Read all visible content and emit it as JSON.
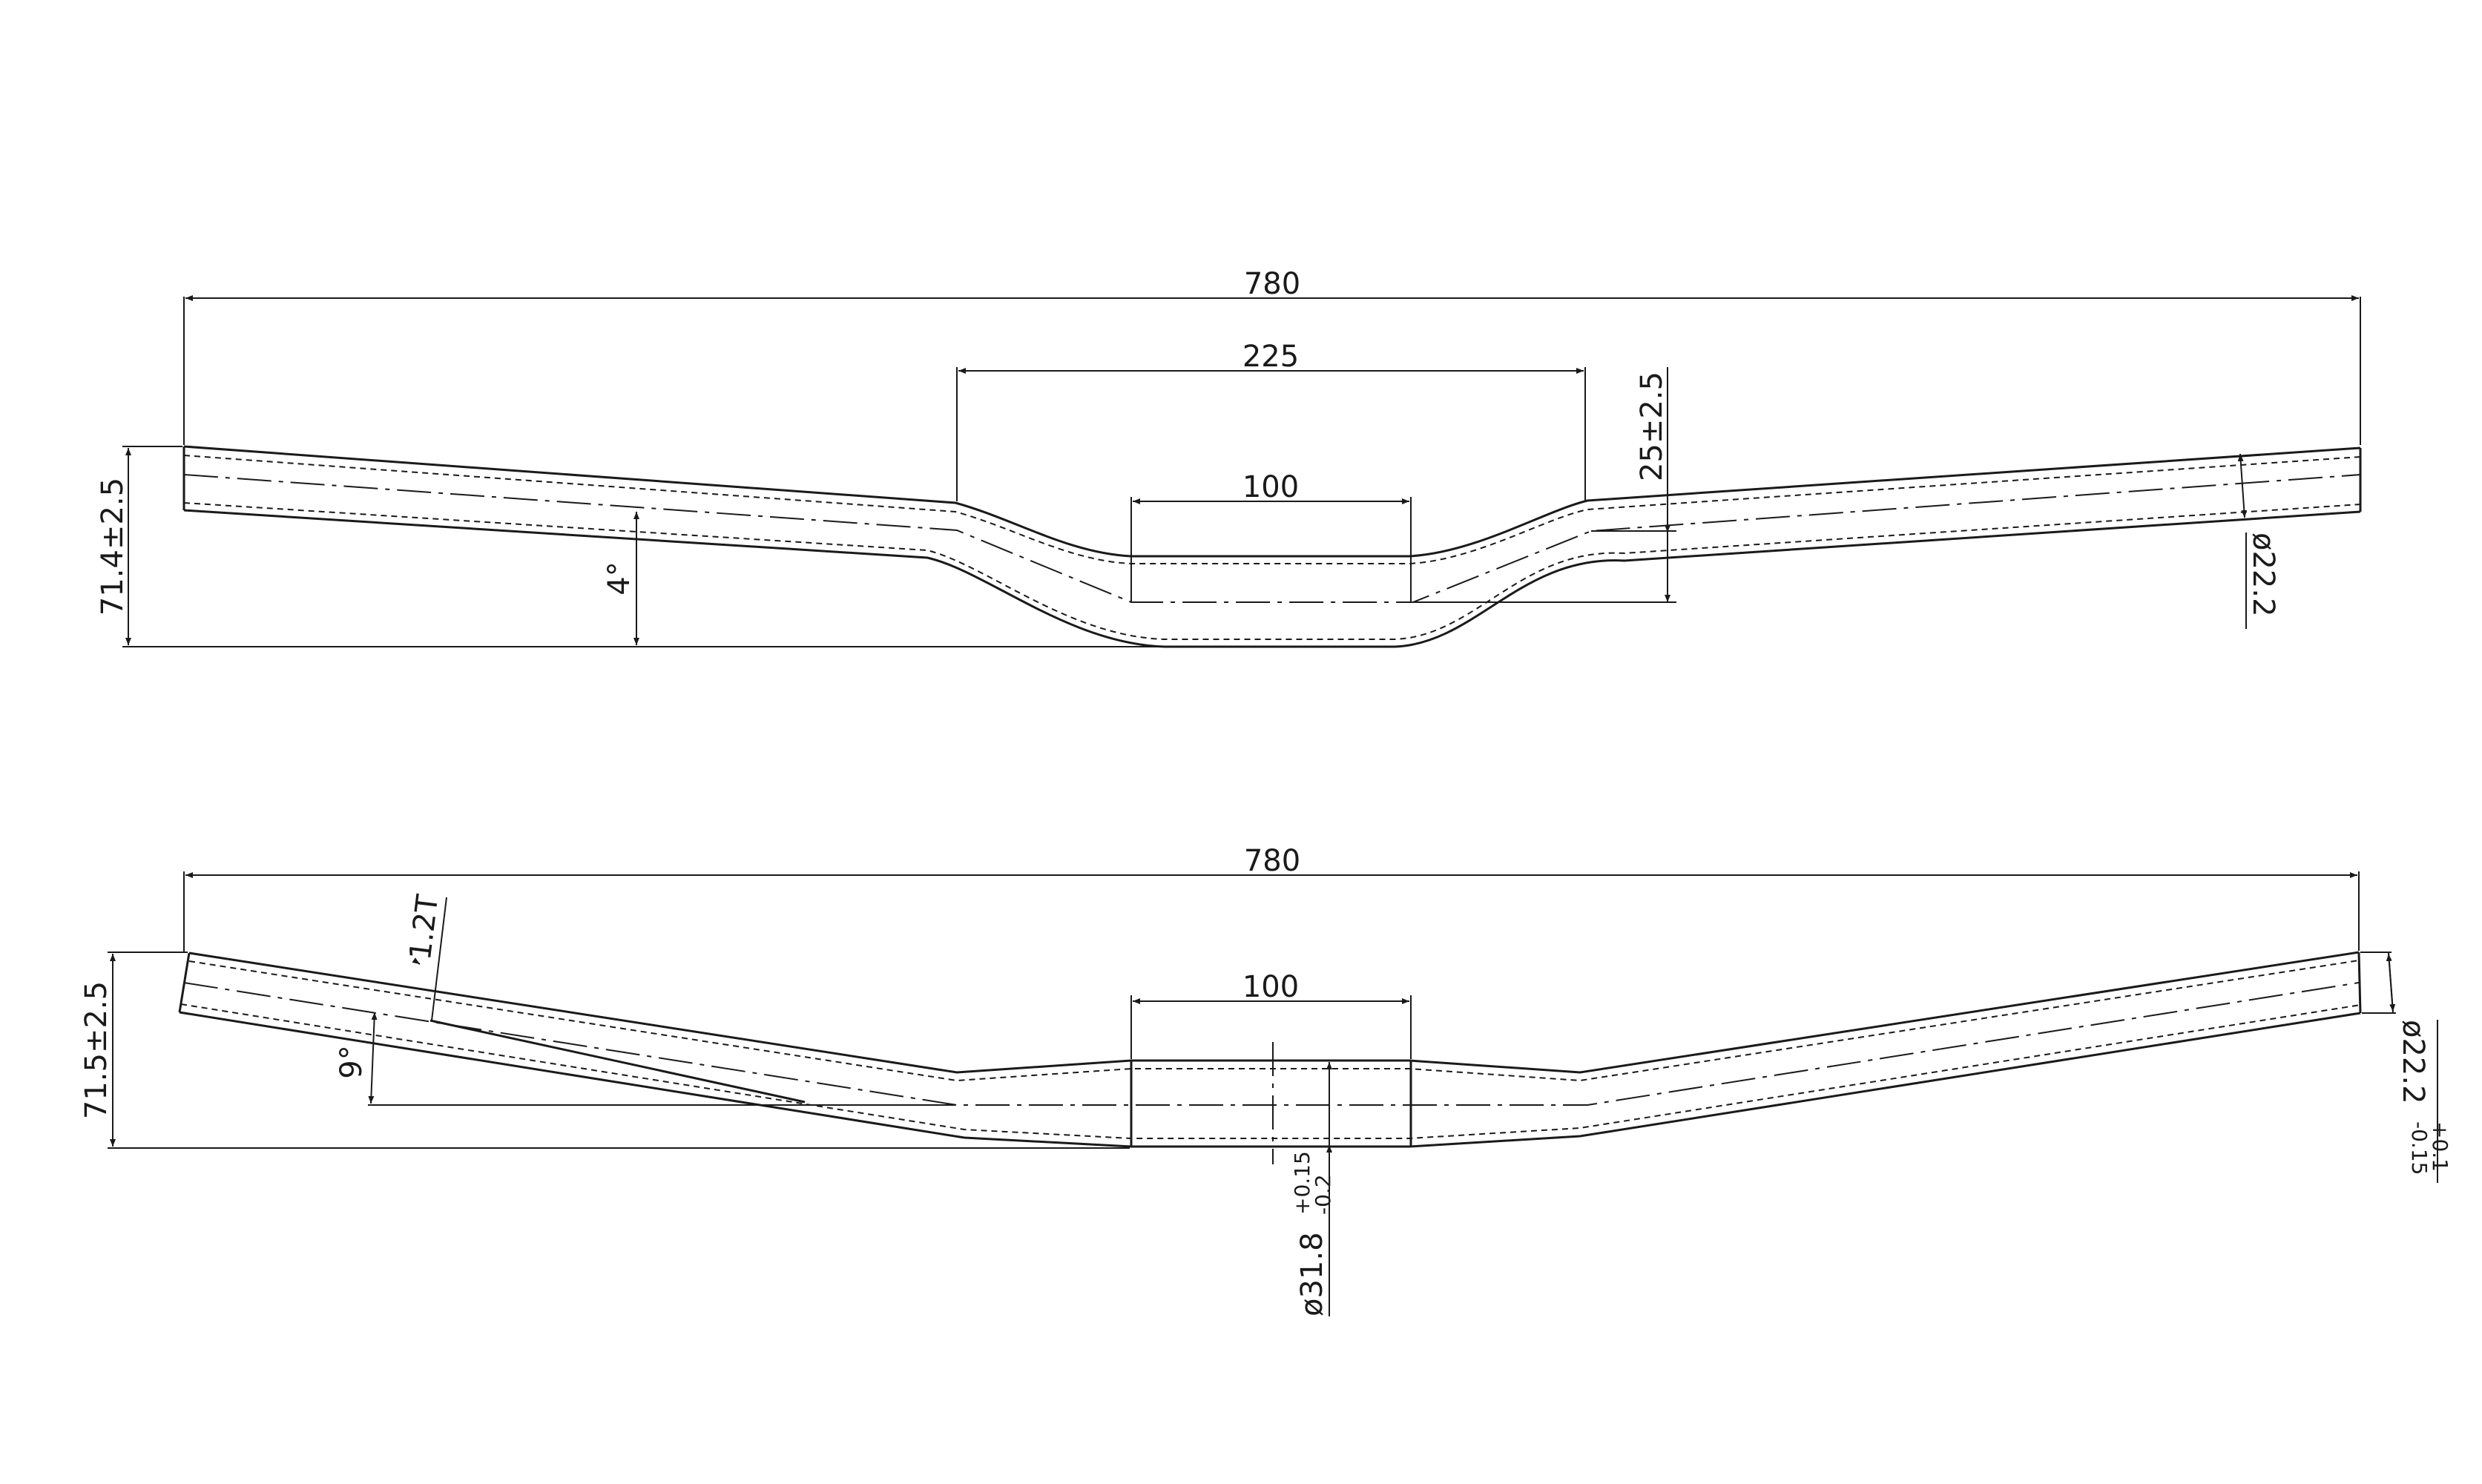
{
  "top_view": {
    "overall_width": "780",
    "rise_span": "225",
    "clamp_width": "100",
    "rise_label": "25±2.5",
    "height_label": "71.4±2.5",
    "angle_label": "4°",
    "end_diameter": "ø22.2"
  },
  "bottom_view": {
    "overall_width": "780",
    "clamp_width": "100",
    "thickness_label": "1.2T",
    "height_label": "71.5±2.5",
    "angle_label": "9°",
    "clamp_dia_base": "ø31.8",
    "clamp_tol_upper": "+0.15",
    "clamp_tol_lower": "-0.2",
    "end_dia_base": "ø22.2",
    "end_tol_upper": "+0.1",
    "end_tol_lower": "-0.15"
  }
}
